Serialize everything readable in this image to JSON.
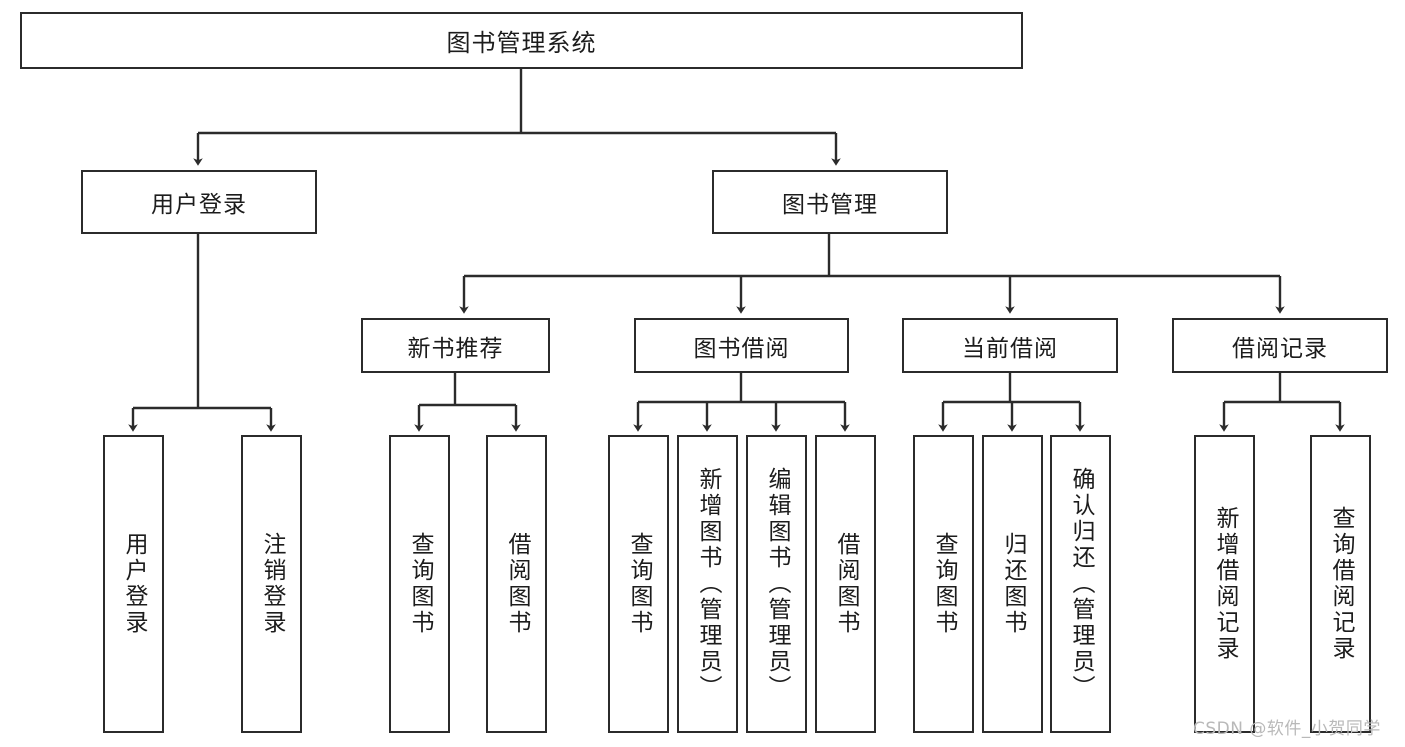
{
  "diagram": {
    "title": "图书管理系统",
    "type": "tree-hierarchy-diagram",
    "root": {
      "label": "图书管理系统"
    },
    "level1": [
      {
        "label": "用户登录"
      },
      {
        "label": "图书管理"
      }
    ],
    "level2": [
      {
        "label": "新书推荐"
      },
      {
        "label": "图书借阅"
      },
      {
        "label": "当前借阅"
      },
      {
        "label": "借阅记录"
      }
    ],
    "leaves": {
      "user_login": [
        {
          "label": "用户登录"
        },
        {
          "label": "注销登录"
        }
      ],
      "new_book_recommend": [
        {
          "label": "查询图书"
        },
        {
          "label": "借阅图书"
        }
      ],
      "book_borrow": [
        {
          "label": "查询图书"
        },
        {
          "label": "新增图书（管理员）"
        },
        {
          "label": "编辑图书（管理员）"
        },
        {
          "label": "借阅图书"
        }
      ],
      "current_borrow": [
        {
          "label": "查询图书"
        },
        {
          "label": "归还图书"
        },
        {
          "label": "确认归还（管理员）"
        }
      ],
      "borrow_records": [
        {
          "label": "新增借阅记录"
        },
        {
          "label": "查询借阅记录"
        }
      ]
    }
  },
  "watermark": {
    "text": "CSDN @软件_小贺同学"
  },
  "colors": {
    "stroke": "#2b2b2b",
    "text": "#1c1c1c",
    "background": "#ffffff",
    "watermark": "#b9b9b9"
  }
}
